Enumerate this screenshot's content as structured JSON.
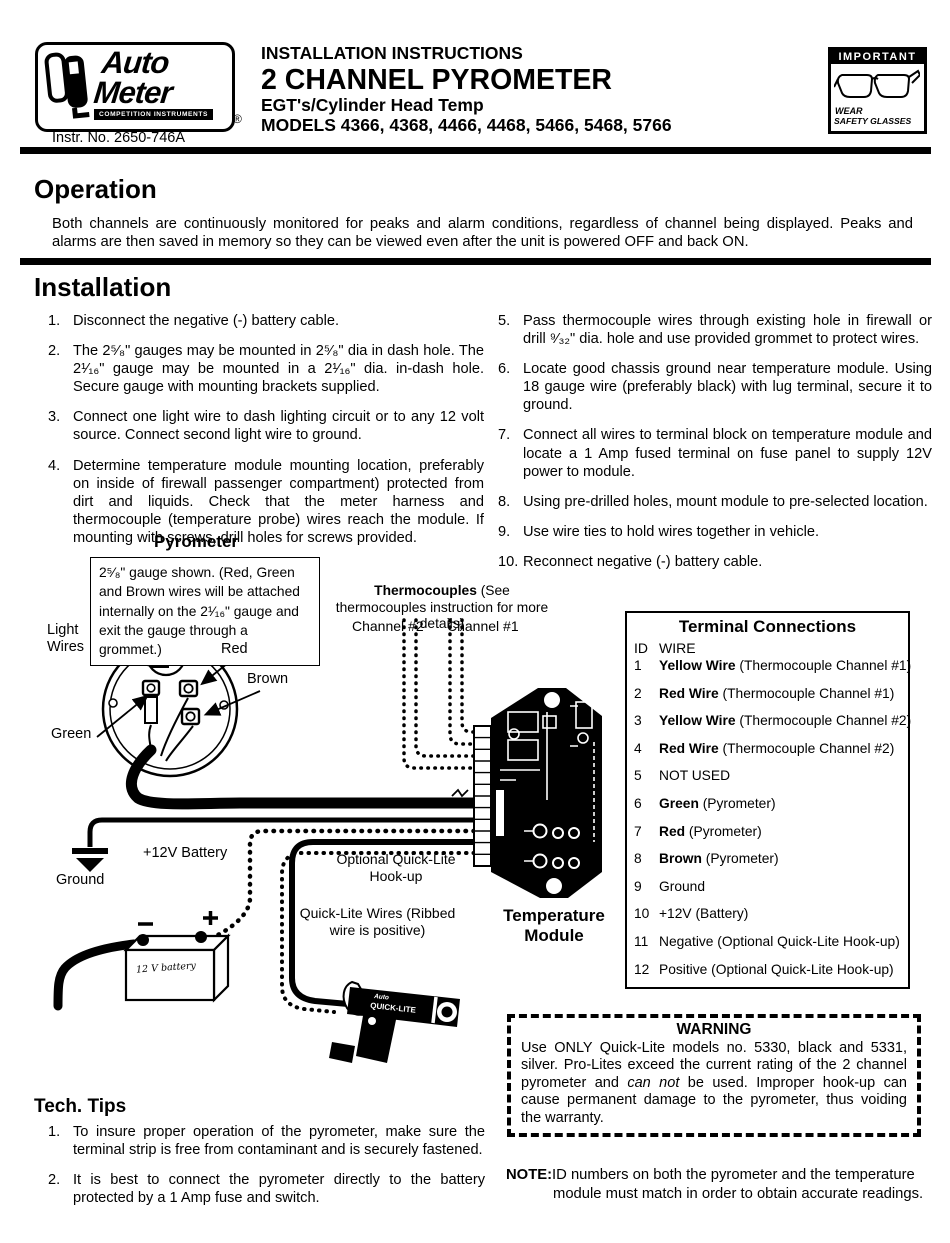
{
  "header": {
    "logo": {
      "word1": "Auto",
      "word2": "Meter",
      "tagline": "COMPETITION INSTRUMENTS",
      "registered": "®",
      "instr_no": "Instr. No. 2650-746A"
    },
    "eyebrow": "INSTALLATION INSTRUCTIONS",
    "title": "2 CHANNEL PYROMETER",
    "subtitle": "EGT's/Cylinder Head Temp",
    "models": "MODELS  4366, 4368, 4466, 4468, 5466, 5468, 5766",
    "safety_badge": {
      "title": "IMPORTANT",
      "line1": "WEAR",
      "line2": "SAFETY GLASSES"
    }
  },
  "operation": {
    "heading": "Operation",
    "body": "Both channels are continuously monitored for peaks and alarm conditions, regardless of channel being displayed. Peaks and alarms are then saved in memory so they can be viewed even after the unit is powered OFF and back ON."
  },
  "installation": {
    "heading": "Installation",
    "items_left": [
      {
        "num": "1.",
        "text": "Disconnect the negative (-) battery cable."
      },
      {
        "num": "2.",
        "text": "The 2⁵⁄₈\" gauges may be mounted in 2⁵⁄₈\" dia in dash hole. The 2¹⁄₁₆\" gauge may be mounted in a 2¹⁄₁₆\" dia. in-dash hole. Secure gauge with mounting brackets supplied."
      },
      {
        "num": "3.",
        "text": "Connect one light wire to dash lighting circuit or to any 12 volt source. Connect second light wire to ground."
      },
      {
        "num": "4.",
        "text": "Determine temperature module mounting location, preferably on inside of firewall passenger compartment) protected from dirt and liquids. Check that the meter harness and thermocouple (temperature probe) wires reach the module. If mounting with screws, drill holes for screws provided."
      }
    ],
    "items_right": [
      {
        "num": "5.",
        "text": "Pass thermocouple wires through existing hole in firewall or drill ⁹⁄₃₂\" dia. hole and use provided grommet to protect wires."
      },
      {
        "num": "6.",
        "text": "Locate good chassis ground near temperature module. Using 18 gauge wire (preferably black) with lug terminal, secure it to ground."
      },
      {
        "num": "7.",
        "text": "Connect all wires to terminal block on temperature module and locate a 1 Amp fused terminal on fuse panel to supply 12V power to module."
      },
      {
        "num": "8.",
        "text": "Using pre-drilled holes, mount module to pre-selected location."
      },
      {
        "num": "9.",
        "text": "Use wire ties to hold wires together in vehicle."
      },
      {
        "num": "10.",
        "text": "Reconnect negative (-) battery cable."
      }
    ]
  },
  "diagram": {
    "pyrometer_label": "Pyrometer",
    "gauge_note": "2⁵⁄₈\" gauge shown. (Red, Green and Brown wires will be attached internally on the 2¹⁄₁₆\" gauge and exit the gauge through a grommet.)",
    "thermocouples_bold": "Thermocouples",
    "thermocouples_rest": " (See thermocouples instruction for more details)",
    "channel2": "Channel #2",
    "channel1": "Channel #1",
    "light_wires": "Light Wires",
    "red": "Red",
    "brown": "Brown",
    "green": "Green",
    "ground": "Ground",
    "battery_12v": "+12V Battery",
    "optional_hookup": "Optional Quick-Lite Hook-up",
    "quicklite_wires": "Quick-Lite Wires (Ribbed wire is positive)",
    "temperature_module": "Temperature Module",
    "battery_label": "12 V battery",
    "barrel_text1": "Auto",
    "barrel_text2": "QUICK-LITE"
  },
  "terminal_connections": {
    "title": "Terminal Connections",
    "col_id": "ID",
    "col_wire": "WIRE",
    "rows": [
      {
        "id": "1",
        "bold": "Yellow Wire",
        "rest": " (Thermocouple Channel #1)"
      },
      {
        "id": "2",
        "bold": "Red Wire",
        "rest": " (Thermocouple Channel #1)"
      },
      {
        "id": "3",
        "bold": "Yellow Wire",
        "rest": " (Thermocouple Channel #2)"
      },
      {
        "id": "4",
        "bold": "Red Wire",
        "rest": " (Thermocouple Channel #2)"
      },
      {
        "id": "5",
        "bold": "",
        "rest": "NOT USED"
      },
      {
        "id": "6",
        "bold": "Green",
        "rest": " (Pyrometer)"
      },
      {
        "id": "7",
        "bold": "Red",
        "rest": " (Pyrometer)"
      },
      {
        "id": "8",
        "bold": "Brown",
        "rest": " (Pyrometer)"
      },
      {
        "id": "9",
        "bold": "",
        "rest": "Ground"
      },
      {
        "id": "10",
        "bold": "",
        "rest": "+12V (Battery)"
      },
      {
        "id": "11",
        "bold": "",
        "rest": "Negative (Optional Quick-Lite Hook-up)"
      },
      {
        "id": "12",
        "bold": "",
        "rest": "Positive (Optional Quick-Lite Hook-up)"
      }
    ]
  },
  "warning": {
    "title": "WARNING",
    "before": "Use ONLY Quick-Lite models no. 5330, black and 5331, silver. Pro-Lites exceed the current rating of the 2 channel pyrometer and ",
    "italic": "can not",
    "after": " be used. Improper hook-up can cause permanent damage to the pyrometer, thus voiding the warranty."
  },
  "tech_tips": {
    "heading": "Tech. Tips",
    "items": [
      {
        "num": "1.",
        "text": "To insure proper operation of the pyrometer, make sure the terminal strip is free from contaminant and is securely fastened."
      },
      {
        "num": "2.",
        "text": "It is best to connect the pyrometer directly to the battery protected by a 1 Amp fuse and switch."
      }
    ]
  },
  "note": {
    "bold": "NOTE:",
    "text": "ID numbers on both the pyrometer and the temperature module must match in order to obtain accurate readings."
  }
}
